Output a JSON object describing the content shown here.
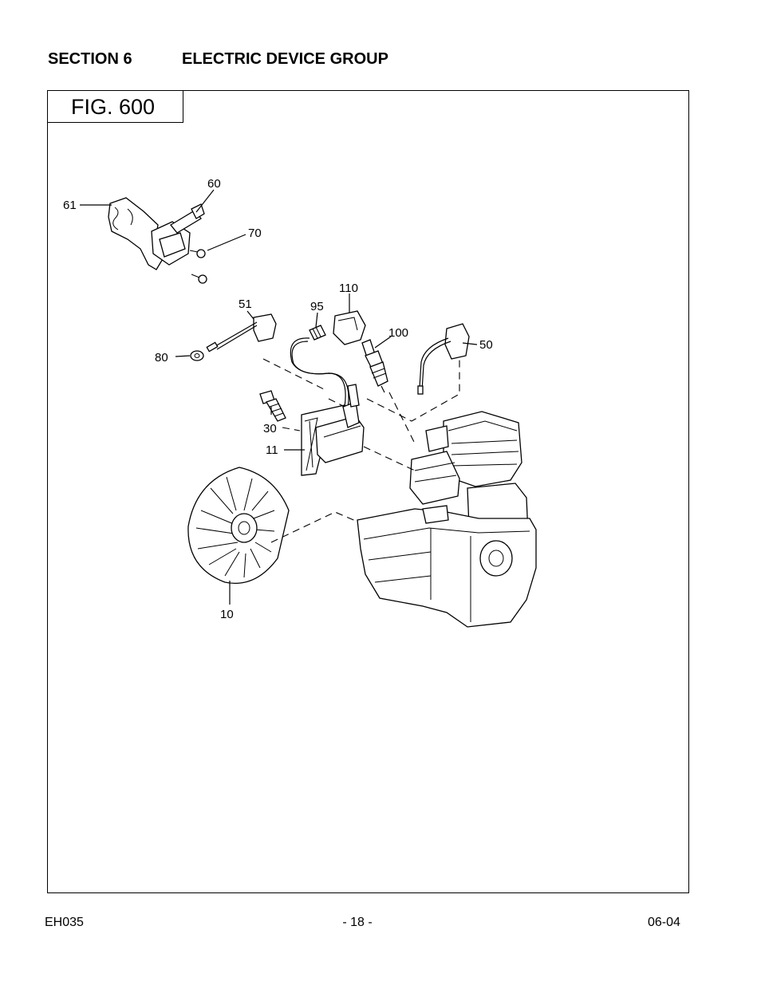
{
  "header": {
    "section_number": "SECTION 6",
    "section_title": "ELECTRIC DEVICE GROUP"
  },
  "figure": {
    "label": "FIG. 600",
    "callouts": [
      "61",
      "60",
      "70",
      "110",
      "51",
      "95",
      "100",
      "50",
      "80",
      "30",
      "11",
      "10"
    ]
  },
  "footer": {
    "model": "EH035",
    "page": "- 18 -",
    "date": "06-04"
  }
}
